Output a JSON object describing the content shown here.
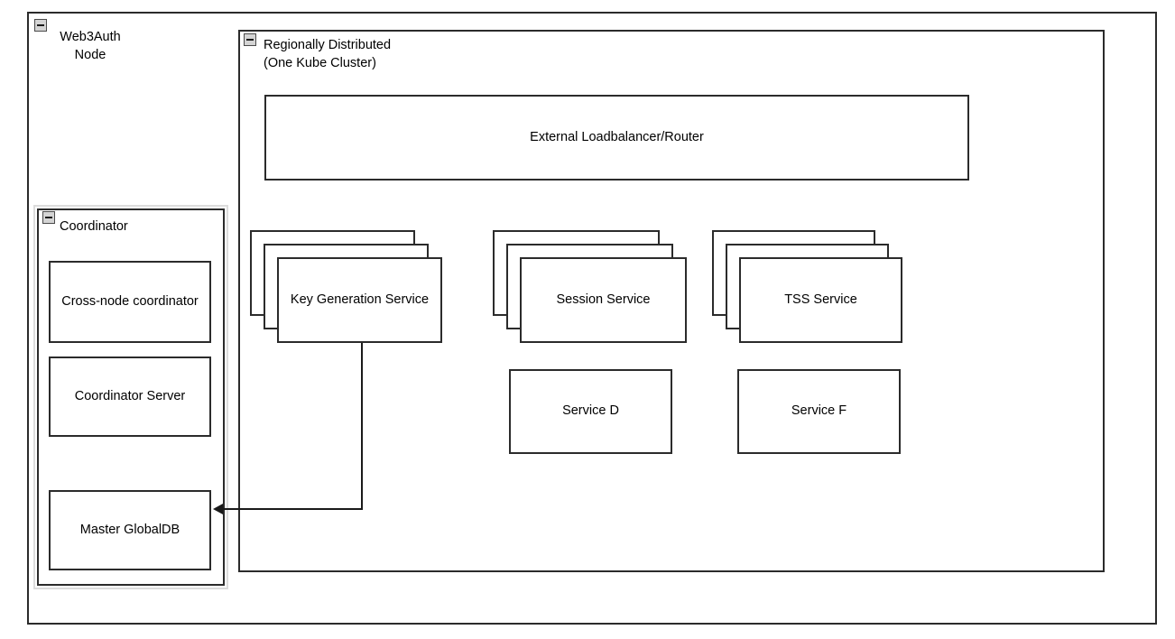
{
  "diagram": {
    "outer_container": {
      "title": "Web3Auth\nNode",
      "icon": "collapse-minus-icon"
    },
    "cluster_container": {
      "title": "Regionally Distributed\n(One Kube Cluster)",
      "icon": "collapse-minus-icon"
    },
    "coordinator_container": {
      "title": "Coordinator",
      "icon": "collapse-minus-icon",
      "children": [
        {
          "label": "Cross-node\ncoordinator"
        },
        {
          "label": "Coordinator Server"
        },
        {
          "label": "Master GlobalDB"
        }
      ]
    },
    "loadbalancer": {
      "label": "External Loadbalancer/Router"
    },
    "stacked_services": [
      {
        "label": "Key Generation\nService",
        "instances": 3
      },
      {
        "label": "Session Service",
        "instances": 3
      },
      {
        "label": "TSS Service",
        "instances": 3
      }
    ],
    "single_services": [
      {
        "label": "Service D"
      },
      {
        "label": "Service F"
      }
    ],
    "connector": {
      "from": "Key Generation Service",
      "to": "Master GlobalDB",
      "arrow": "arrow-left-icon"
    },
    "colors": {
      "stroke": "#2b2b2b",
      "text": "#000000",
      "background": "#ffffff",
      "icon_fill": "#d4d4d4",
      "selection_halo": "#dcdcdc"
    }
  }
}
